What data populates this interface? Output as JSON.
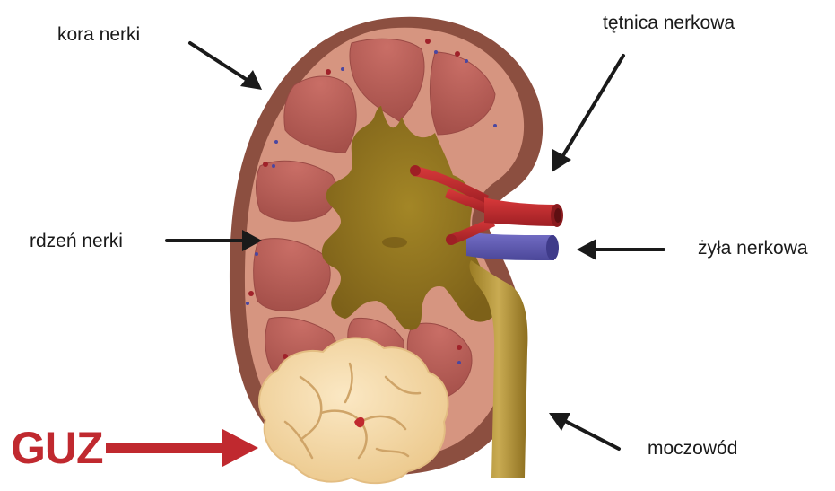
{
  "labels": {
    "cortex": "kora nerki",
    "artery": "tętnica nerkowa",
    "medulla": "rdzeń nerki",
    "vein": "żyła nerkowa",
    "ureter": "moczowód",
    "tumor": "GUZ"
  },
  "colors": {
    "capsule": "#8c4f40",
    "cortex": "#d69580",
    "pyramid": "#c76e66",
    "pelvis": "#8f7220",
    "artery": "#c0282b",
    "vein": "#5f5ab0",
    "ureter": "#b89a40",
    "tumor": "#f6ddb0",
    "tumor_accent": "#c0292f",
    "arrow": "#1a1a1a"
  }
}
